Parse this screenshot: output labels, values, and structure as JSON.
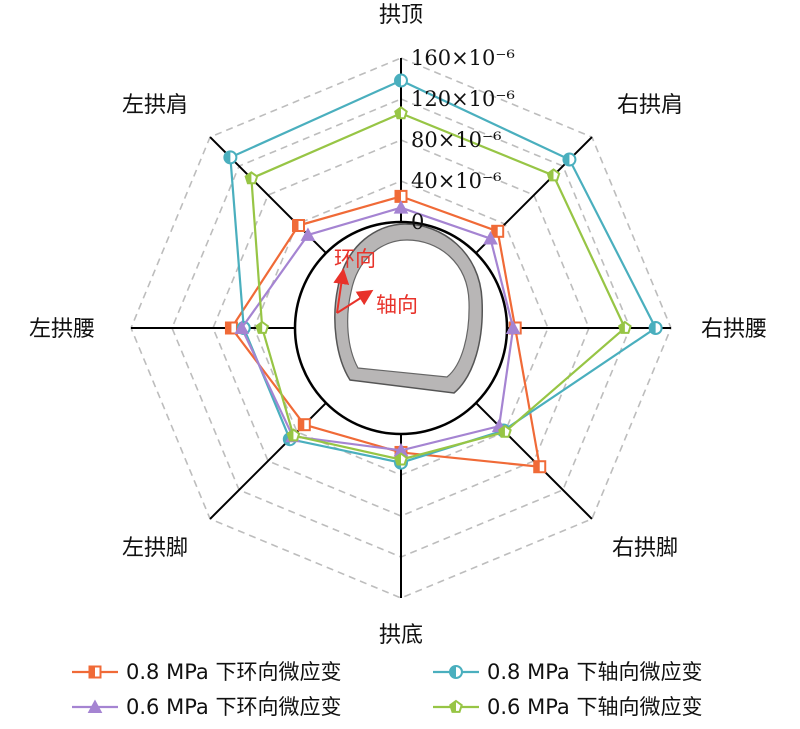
{
  "chart_data": {
    "type": "radar",
    "categories": [
      "拱顶",
      "右拱肩",
      "右拱腰",
      "右拱脚",
      "拱底",
      "左拱脚",
      "左拱腰",
      "左拱肩"
    ],
    "r_ticks": [
      {
        "value": 0,
        "label": "0"
      },
      {
        "value": 40,
        "label": "40×10⁻⁶"
      },
      {
        "value": 80,
        "label": "80×10⁻⁶"
      },
      {
        "value": 120,
        "label": "120×10⁻⁶"
      },
      {
        "value": 160,
        "label": "160×10⁻⁶"
      }
    ],
    "rlim": [
      0,
      160
    ],
    "grid": "dashed octagons",
    "series": [
      {
        "name": "0.8 MPa 下环向微应变",
        "color": "#f06a37",
        "marker": "square",
        "values": [
          25,
          30,
          8,
          88,
          18,
          30,
          62,
          38
        ]
      },
      {
        "name": "0.8 MPa 下轴向微应变",
        "color": "#4aafbe",
        "marker": "circle",
        "values": [
          138,
          129,
          145,
          38,
          28,
          50,
          50,
          132
        ]
      },
      {
        "name": "0.6 MPa 下环向微应变",
        "color": "#a584d2",
        "marker": "triangle",
        "values": [
          14,
          20,
          6,
          32,
          16,
          46,
          52,
          25
        ]
      },
      {
        "name": "0.6 MPa 下轴向微应变",
        "color": "#97c545",
        "marker": "pentagon",
        "values": [
          106,
          107,
          115,
          40,
          25,
          45,
          32,
          103
        ]
      }
    ],
    "legend_position": "bottom",
    "inset_annotations": {
      "hoop": "环向",
      "axial": "轴向"
    }
  }
}
